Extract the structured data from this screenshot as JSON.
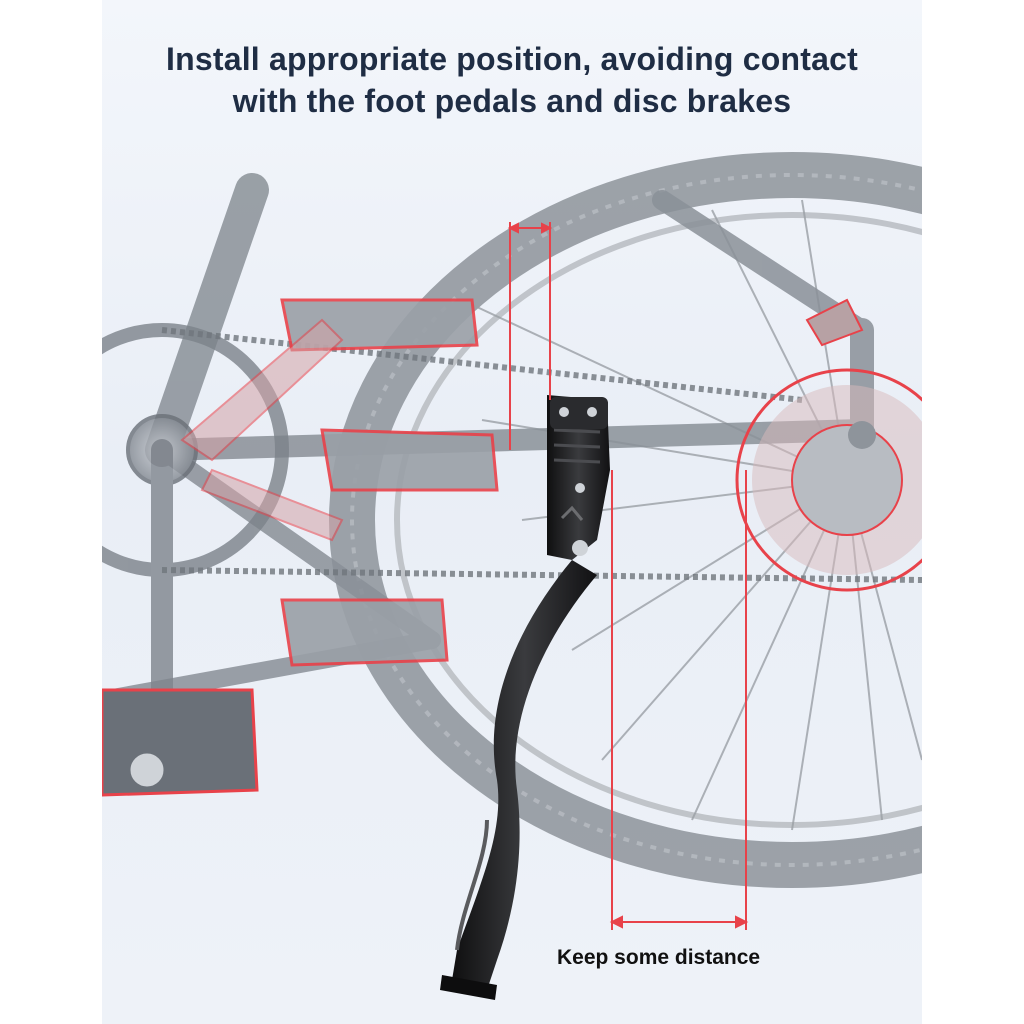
{
  "headline": {
    "line1": "Install appropriate position, avoiding contact",
    "line2": "with the foot pedals and disc brakes"
  },
  "annotation": {
    "distance_label": "Keep some distance"
  },
  "colors": {
    "headline": "#1f2d44",
    "highlight": "#e8424a",
    "kickstand": "#1a1a1a",
    "bike_gray": "#8c929a"
  },
  "icons": {
    "top_marker": "double-arrow-horizontal",
    "bottom_marker": "double-arrow-horizontal"
  }
}
